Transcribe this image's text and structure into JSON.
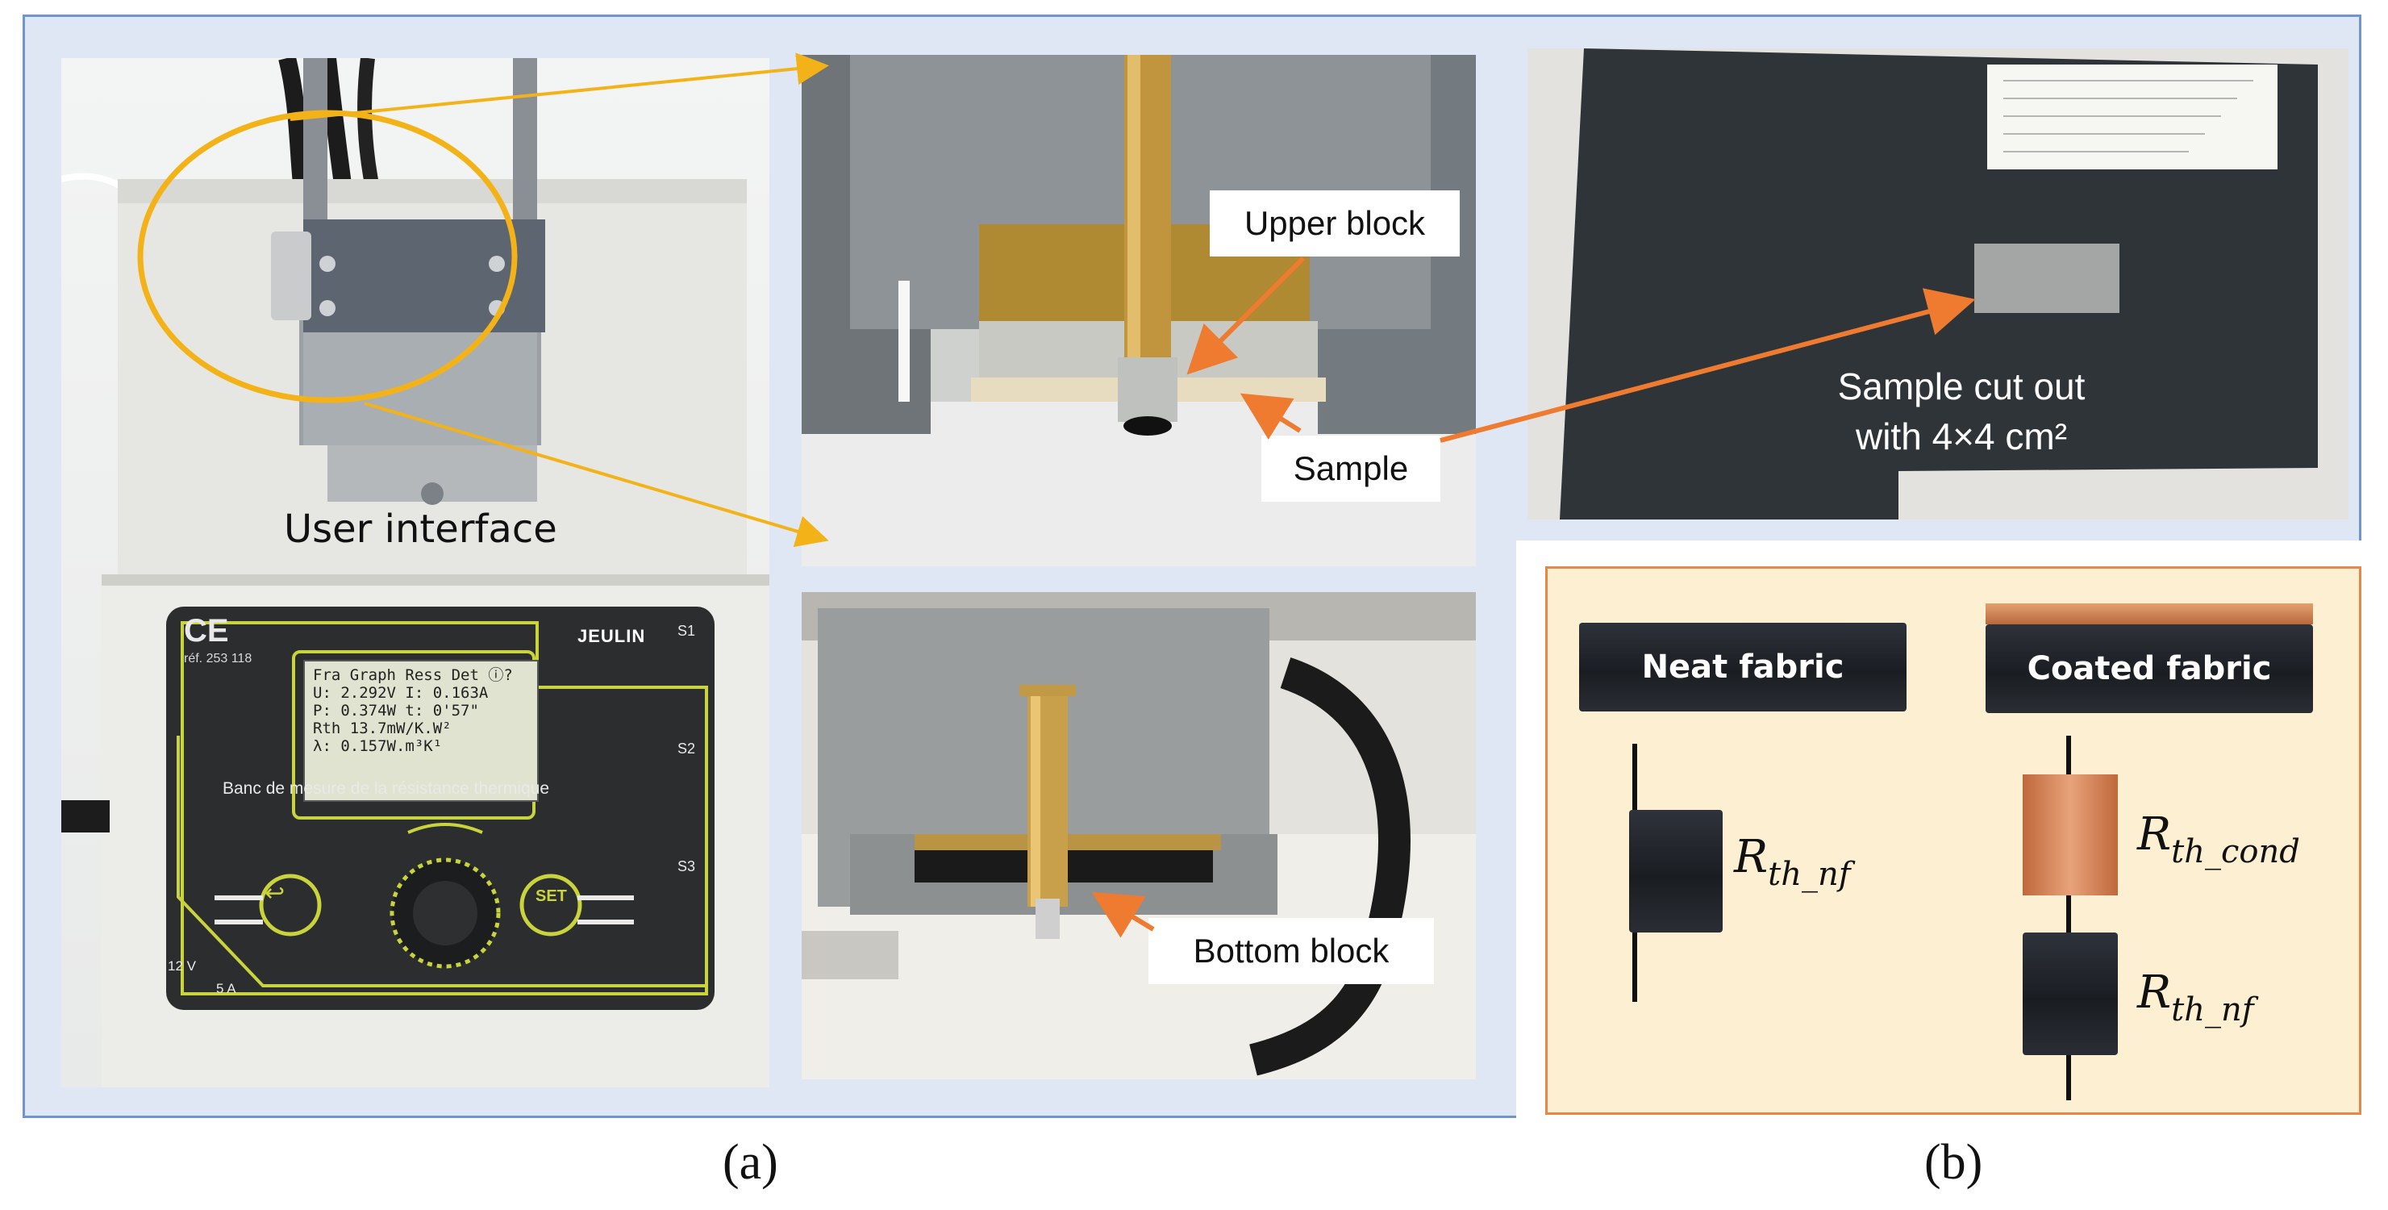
{
  "panel_a": {
    "user_interface_label": "User interface",
    "upper_block_label": "Upper block",
    "sample_label": "Sample",
    "bottom_block_label": "Bottom block",
    "sample_cut_label_line1": "Sample cut out",
    "sample_cut_label_line2": "with 4×4 cm²",
    "device": {
      "ce_mark": "CE",
      "ref": "réf. 253 118",
      "brand": "JEULIN",
      "description": "Banc de mesure de la résistance thermique",
      "set_label": "SET",
      "power_label": "12 V",
      "amp_label": "5 A",
      "s1": "S1",
      "s2": "S2",
      "s3": "S3",
      "lcd_lines": [
        "Fra Graph Ress Det   ⓘ?",
        "U:  2.292V  I:  0.163A",
        "P:  0.374W  t:   0'57\"",
        "Rth 13.7mW/K.W²",
        "λ:   0.157W.m³K¹"
      ]
    },
    "caption": "(a)"
  },
  "panel_b": {
    "neat_fabric_label": "Neat fabric",
    "coated_fabric_label": "Coated fabric",
    "r_nf_main": "R",
    "r_nf_sub": "th_nf",
    "r_cond_main": "R",
    "r_cond_sub": "th_cond",
    "r_nf2_main": "R",
    "r_nf2_sub": "th_nf",
    "caption": "(b)"
  },
  "colors": {
    "frame_border": "#6f95cc",
    "frame_fill": "#dfe6f4",
    "callout_arrow": "#ee7b2f",
    "highlight_ellipse": "#f3b318",
    "panel_b_border": "#e2884a",
    "panel_b_fill": "#fdf0d2",
    "copper": "#c8784a"
  }
}
